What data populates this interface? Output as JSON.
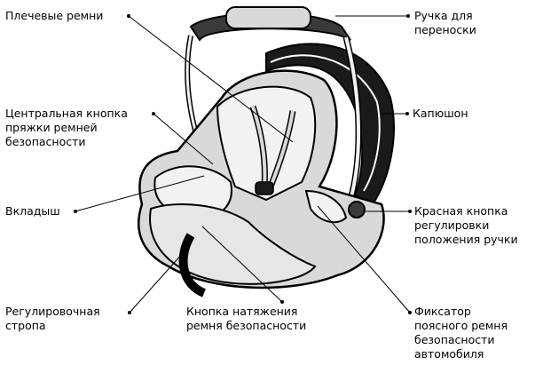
{
  "labels": {
    "shoulder_straps": "Плечевые ремни",
    "center_buckle_button": "Центральная кнопка\nпряжки ремней\nбезопасности",
    "insert": "Вкладыш",
    "adjustment_strap": "Регулировочная\nстропа",
    "tension_button": "Кнопка натяжения\nремня безопасности",
    "carry_handle": "Ручка для\nпереноски",
    "canopy": "Капюшон",
    "red_handle_button": "Красная кнопка\nрегулировки\nположения ручки",
    "lap_belt_guide": "Фиксатор\nпоясного ремня\nбезопасности\nавтомобиля"
  },
  "colors": {
    "outline": "#000000",
    "seat_fill": "#f2f2f2",
    "shell_fill": "#d9d9d9",
    "dark_fill": "#3a3a3a",
    "canopy_dark": "#1a1a1a"
  }
}
